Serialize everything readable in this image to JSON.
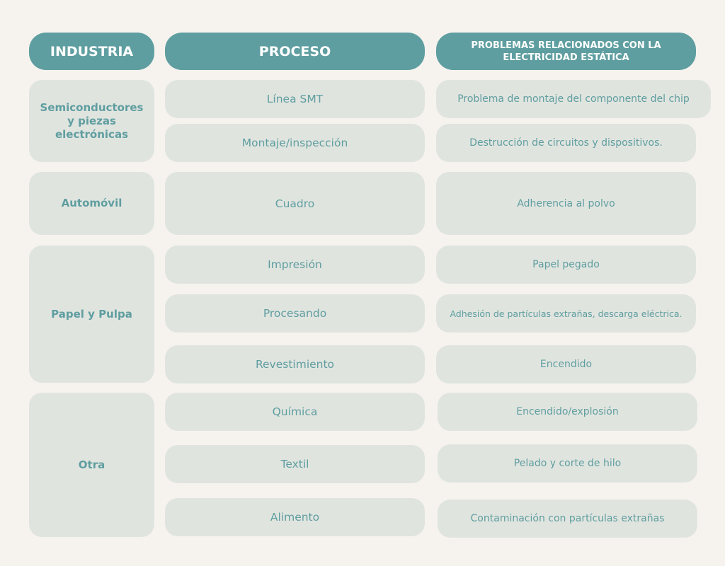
{
  "headers": {
    "industry": "INDUSTRIA",
    "process": "PROCESO",
    "problems": "PROBLEMAS RELACIONADOS CON LA ELECTRICIDAD ESTÁTICA"
  },
  "industries": [
    "Semiconductores y piezas electrónicas",
    "Automóvil",
    "Papel y Pulpa",
    "Otra"
  ],
  "rows": [
    {
      "process": "Línea SMT",
      "problem": "Problema de montaje del componente del chip"
    },
    {
      "process": "Montaje/inspección",
      "problem": "Destrucción de circuitos y dispositivos."
    },
    {
      "process": "Cuadro",
      "problem": "Adherencia al polvo"
    },
    {
      "process": "Impresión",
      "problem": "Papel pegado"
    },
    {
      "process": "Procesando",
      "problem": "Adhesión de partículas extrañas, descarga eléctrica."
    },
    {
      "process": "Revestimiento",
      "problem": "Encendido"
    },
    {
      "process": "Química",
      "problem": "Encendido/explosión"
    },
    {
      "process": "Textil",
      "problem": "Pelado y corte de hilo"
    },
    {
      "process": "Alimento",
      "problem": "Contaminación con partículas extrañas"
    }
  ],
  "colors": {
    "background": "#f6f3ef",
    "header": "#5f9ea0",
    "cell": "#e0e4df",
    "text": "#5f9ea0"
  }
}
